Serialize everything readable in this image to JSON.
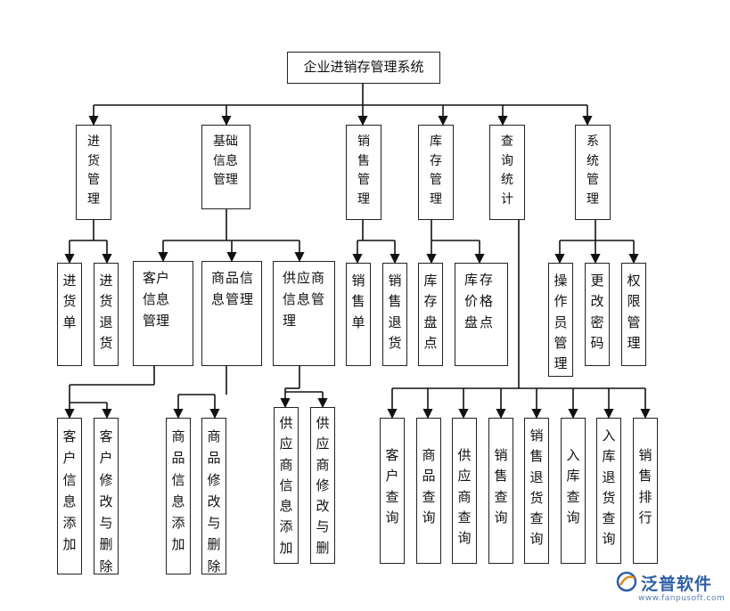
{
  "root": "企业进销存管理系统",
  "modules": [
    {
      "id": "m1",
      "label": "进货管理"
    },
    {
      "id": "m2",
      "label": "基础信息管理"
    },
    {
      "id": "m3",
      "label": "销售管理"
    },
    {
      "id": "m4",
      "label": "库存管理"
    },
    {
      "id": "m5",
      "label": "查询统计"
    },
    {
      "id": "m6",
      "label": "系统管理"
    }
  ],
  "submodules": {
    "m1": [
      "进货单",
      "进货退货"
    ],
    "m2": [
      "客户信息管理",
      "商品信息管理",
      "供应商信息管理"
    ],
    "m3": [
      "销售单",
      "销售退货"
    ],
    "m4": [
      "库存盘点",
      "库存价格盘点"
    ],
    "m5": [
      "客户查询",
      "商品查询",
      "供应商查询",
      "销售查询",
      "销售退货查询",
      "入库查询",
      "入库退货查询",
      "销售排行"
    ],
    "m6": [
      "操作员管理",
      "更改密码",
      "权限管理"
    ]
  },
  "level3": {
    "customer_info": [
      "客户信息添加",
      "客户修改与删除"
    ],
    "product_info": [
      "商品信息添加",
      "商品修改与删除"
    ],
    "supplier_info": [
      "供应商信息添加",
      "供应商修改与删"
    ]
  },
  "watermark": {
    "brand": "泛普软件",
    "url": "www.fanpusoft.com",
    "color": "#2e5fa5"
  },
  "colors": {
    "line": "#111111",
    "border": "#222222"
  }
}
